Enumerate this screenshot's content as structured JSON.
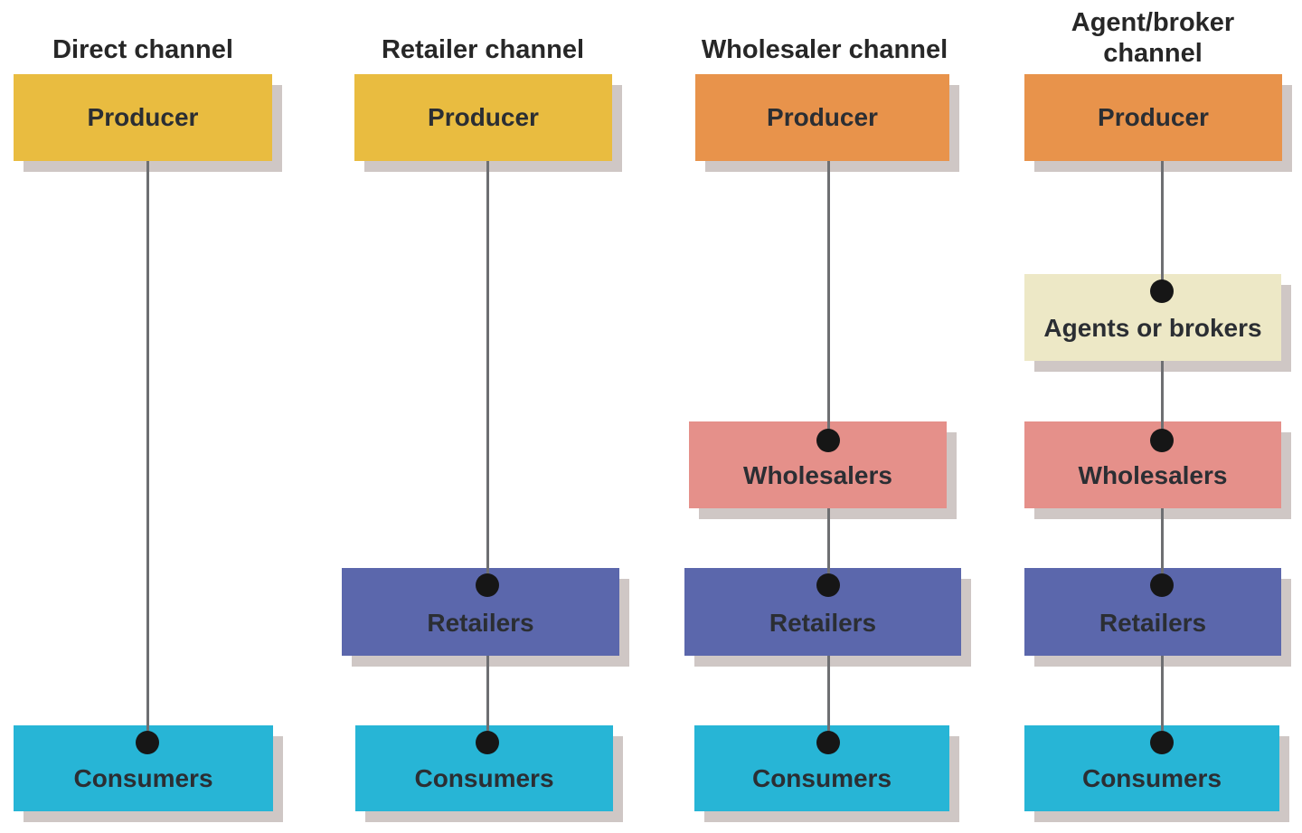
{
  "diagram": {
    "columns": [
      {
        "title": "Direct channel",
        "nodes": [
          {
            "label": "Producer",
            "color": "#e9bc40"
          },
          {
            "label": "Consumers",
            "color": "#27b5d6"
          }
        ]
      },
      {
        "title": "Retailer channel",
        "nodes": [
          {
            "label": "Producer",
            "color": "#e9bc40"
          },
          {
            "label": "Retailers",
            "color": "#5b67ac"
          },
          {
            "label": "Consumers",
            "color": "#27b5d6"
          }
        ]
      },
      {
        "title": "Wholesaler channel",
        "nodes": [
          {
            "label": "Producer",
            "color": "#e8934b"
          },
          {
            "label": "Wholesalers",
            "color": "#e5908a"
          },
          {
            "label": "Retailers",
            "color": "#5b67ac"
          },
          {
            "label": "Consumers",
            "color": "#27b5d6"
          }
        ]
      },
      {
        "title": "Agent/broker channel",
        "nodes": [
          {
            "label": "Producer",
            "color": "#e8934b"
          },
          {
            "label": "Agents or brokers",
            "color": "#ede8c6"
          },
          {
            "label": "Wholesalers",
            "color": "#e5908a"
          },
          {
            "label": "Retailers",
            "color": "#5b67ac"
          },
          {
            "label": "Consumers",
            "color": "#27b5d6"
          }
        ]
      }
    ],
    "colors": {
      "producer_gold": "#e9bc40",
      "producer_orange": "#e8934b",
      "agents_cream": "#ede8c6",
      "wholesalers_salmon": "#e5908a",
      "retailers_purple": "#5b67ac",
      "consumers_cyan": "#27b5d6",
      "box_shadow": "#cfc7c5",
      "connector_line": "#6e6f72",
      "connector_dot": "#161616",
      "title_text": "#272727",
      "label_text": "#2b2e33"
    }
  }
}
